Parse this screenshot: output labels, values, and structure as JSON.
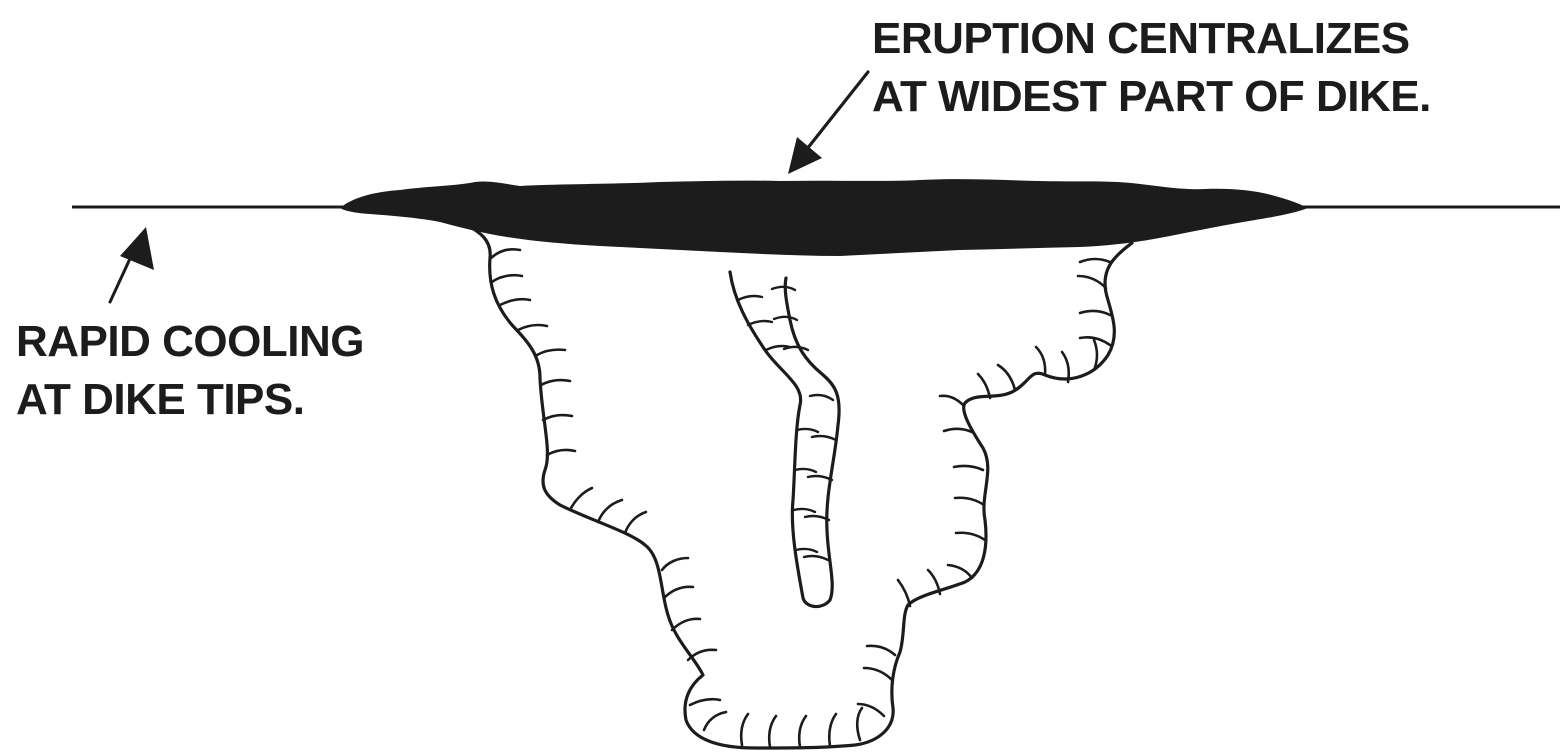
{
  "labels": {
    "eruption": {
      "line1": "ERUPTION CENTRALIZES",
      "line2": "AT WIDEST PART OF DIKE."
    },
    "cooling": {
      "line1": "RAPID COOLING",
      "line2": "AT DIKE TIPS."
    }
  },
  "colors": {
    "ink": "#1c1c1c",
    "background": "#ffffff"
  }
}
